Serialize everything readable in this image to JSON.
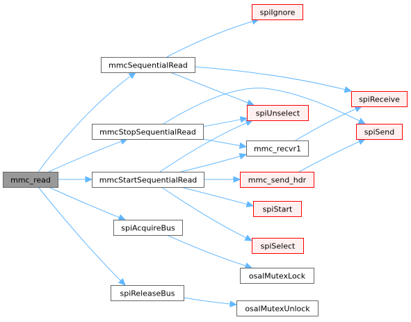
{
  "colors": {
    "root_fill": "#999999",
    "root_stroke": "#666666",
    "normal_fill": "#ffffff",
    "normal_stroke": "#666666",
    "highlight_fill": "#fff0f0",
    "highlight_stroke": "#ff0000",
    "edge": "#63b8ff"
  },
  "nodes": [
    {
      "id": "mmc_read",
      "label": "mmc_read",
      "style": "root"
    },
    {
      "id": "mmcSequentialRead",
      "label": "mmcSequentialRead",
      "style": "normal"
    },
    {
      "id": "mmcStopSequentialRead",
      "label": "mmcStopSequentialRead",
      "style": "normal"
    },
    {
      "id": "mmcStartSequentialRead",
      "label": "mmcStartSequentialRead",
      "style": "normal"
    },
    {
      "id": "spiAcquireBus",
      "label": "spiAcquireBus",
      "style": "normal"
    },
    {
      "id": "spiReleaseBus",
      "label": "spiReleaseBus",
      "style": "normal"
    },
    {
      "id": "spiIgnore",
      "label": "spiIgnore",
      "style": "highlight"
    },
    {
      "id": "spiUnselect",
      "label": "spiUnselect",
      "style": "highlight"
    },
    {
      "id": "mmc_recvr1",
      "label": "mmc_recvr1",
      "style": "normal"
    },
    {
      "id": "mmc_send_hdr",
      "label": "mmc_send_hdr",
      "style": "highlight"
    },
    {
      "id": "spiStart",
      "label": "spiStart",
      "style": "highlight"
    },
    {
      "id": "spiSelect",
      "label": "spiSelect",
      "style": "highlight"
    },
    {
      "id": "osalMutexLock",
      "label": "osalMutexLock",
      "style": "normal"
    },
    {
      "id": "osalMutexUnlock",
      "label": "osalMutexUnlock",
      "style": "normal"
    },
    {
      "id": "spiReceive",
      "label": "spiReceive",
      "style": "highlight"
    },
    {
      "id": "spiSend",
      "label": "spiSend",
      "style": "highlight"
    }
  ],
  "edges": [
    {
      "from": "mmc_read",
      "to": "mmcSequentialRead"
    },
    {
      "from": "mmc_read",
      "to": "mmcStopSequentialRead"
    },
    {
      "from": "mmc_read",
      "to": "mmcStartSequentialRead"
    },
    {
      "from": "mmc_read",
      "to": "spiAcquireBus"
    },
    {
      "from": "mmc_read",
      "to": "spiReleaseBus"
    },
    {
      "from": "mmcSequentialRead",
      "to": "spiIgnore"
    },
    {
      "from": "mmcSequentialRead",
      "to": "spiReceive"
    },
    {
      "from": "mmcSequentialRead",
      "to": "spiUnselect"
    },
    {
      "from": "mmcStopSequentialRead",
      "to": "spiSend"
    },
    {
      "from": "mmcStopSequentialRead",
      "to": "spiUnselect"
    },
    {
      "from": "mmcStopSequentialRead",
      "to": "mmc_recvr1"
    },
    {
      "from": "mmcStartSequentialRead",
      "to": "spiUnselect"
    },
    {
      "from": "mmcStartSequentialRead",
      "to": "mmc_recvr1"
    },
    {
      "from": "mmcStartSequentialRead",
      "to": "mmc_send_hdr"
    },
    {
      "from": "mmcStartSequentialRead",
      "to": "spiStart"
    },
    {
      "from": "mmcStartSequentialRead",
      "to": "spiSelect"
    },
    {
      "from": "mmc_recvr1",
      "to": "spiReceive"
    },
    {
      "from": "mmc_send_hdr",
      "to": "spiSend"
    },
    {
      "from": "spiAcquireBus",
      "to": "osalMutexLock"
    },
    {
      "from": "spiReleaseBus",
      "to": "osalMutexUnlock"
    }
  ]
}
